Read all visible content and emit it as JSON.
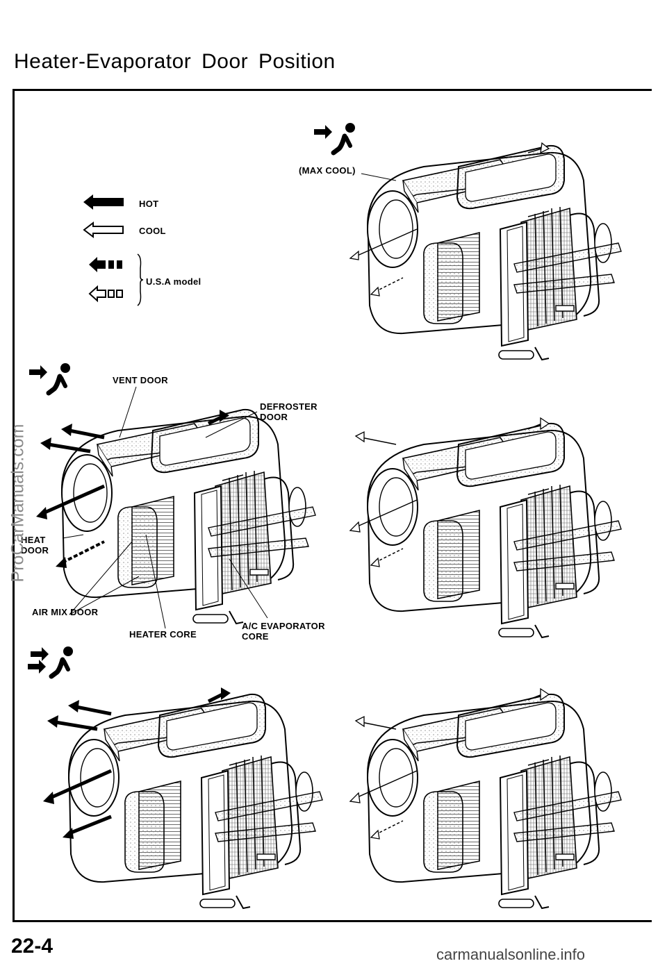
{
  "page_title": "Heater-Evaporator Door Position",
  "page_number": "22-4",
  "footer_text": "carmanualsonline.info",
  "watermark_text": "ProCarManuals.com",
  "legend": {
    "hot": "HOT",
    "cool": "COOL",
    "usa": "U.S.A model"
  },
  "labels": {
    "max_cool": "(MAX COOL)",
    "vent_door": "VENT DOOR",
    "defroster_door": "DEFROSTER\nDOOR",
    "heat_door": "HEAT\nDOOR",
    "air_mix_door": "AIR MIX DOOR",
    "heater_core": "HEATER CORE",
    "evaporator_core": "A/C EVAPORATOR\nCORE"
  }
}
